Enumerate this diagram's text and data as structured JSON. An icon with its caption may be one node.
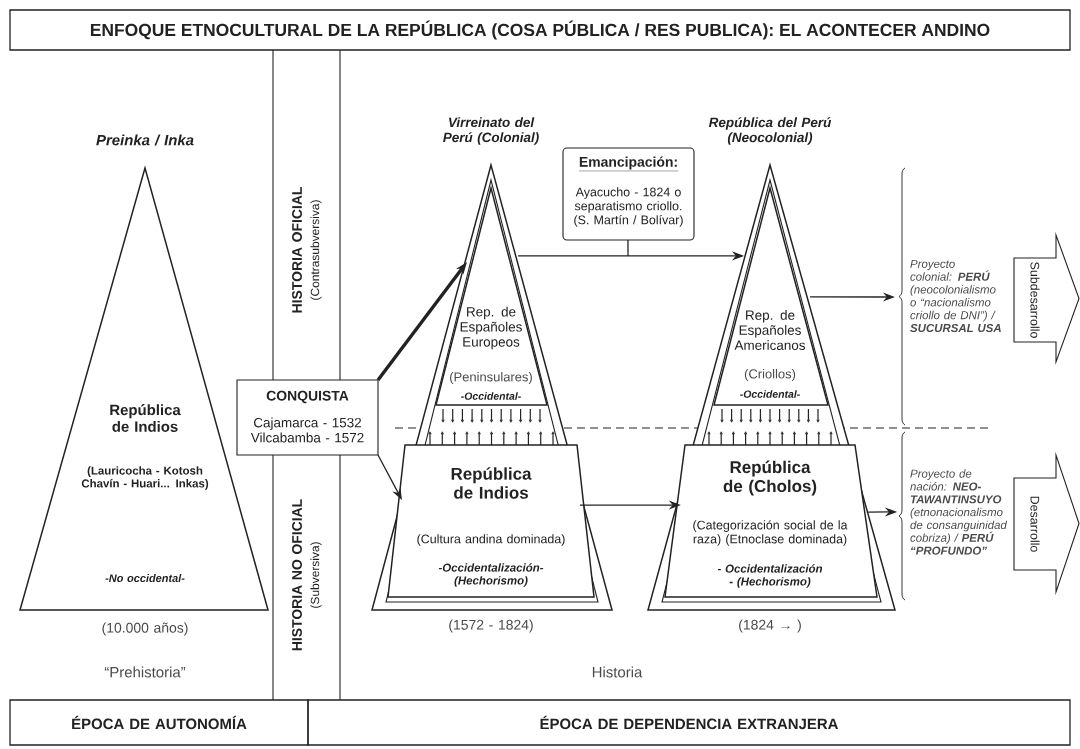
{
  "diagram": {
    "title": "ENFOQUE ETNOCULTURAL DE LA REPÚBLICA (COSA PÚBLICA / RES PUBLICA): EL ACONTECER ANDINO",
    "nodes": [
      {
        "text": [
          "República de Indios",
          "(Lauricocha - Kotosh Chavín - Huari... Inkas)",
          "-No occidental-"
        ],
        "beside": [
          "Preinka / Inka",
          "(10.000 años)"
        ]
      },
      {
        "text": [
          "HISTORIA OFICIAL",
          "(Contrasubversiva)"
        ]
      },
      {
        "text": [
          "HISTORIA NO OFICIAL",
          "(Subversiva)"
        ]
      },
      {
        "text": [
          "CONQUISTA",
          "Cajamarca - 1532 Vilcabamba - 1572"
        ]
      },
      {
        "text": [
          "Virreinato del Perú (Colonial)"
        ],
        "beside": [
          "(1572 - 1824)"
        ]
      },
      {
        "text": [
          "Rep. de Españoles Europeos",
          "(Peninsulares)",
          "-Occidental-"
        ],
        "in": 4
      },
      {
        "text": [
          "República de Indios",
          "(Cultura andina dominada)",
          "-Occidentalización- (Hechorismo)"
        ],
        "in": 4
      },
      {
        "text": [
          "Emancipación:",
          "Ayacucho - 1824 o separatismo criollo. (S. Martín / Bolívar)"
        ]
      },
      {
        "text": [
          "República del Perú (Neocolonial)"
        ],
        "beside": [
          "(1824 → )"
        ]
      },
      {
        "text": [
          "Rep. de Españoles Americanos",
          "(Criollos)",
          "-Occidental-"
        ],
        "in": 8
      },
      {
        "text": [
          "República de (Cholos)",
          "(Categorización social de la raza) (Etnoclase dominada)",
          "- Occidentalización - (Hechorismo)"
        ],
        "in": 8
      },
      {
        "text": [
          "Proyecto colonial: **PERÚ** (neocolonialismo o “nacionalismo criollo de DNI”) / **SUCURSAL USA**"
        ]
      },
      {
        "text": [
          "Proyecto de nación: **NEO-TAWANTINSUYO** (etnonacionalismo de consanguinidad cobriza) / **PERÚ “PROFUNDO”**"
        ]
      },
      {
        "text": [
          "Subdesarrollo"
        ]
      },
      {
        "text": [
          "Desarrollo"
        ]
      },
      {
        "text": [
          "ÉPOCA DE AUTONOMÍA"
        ]
      },
      {
        "text": [
          "ÉPOCA DE DEPENDENCIA EXTRANJERA"
        ]
      }
    ],
    "edges": [
      {
        "from": 3,
        "to": 5,
        "arrow": "to",
        "style": "thick"
      },
      {
        "from": 3,
        "to": 6,
        "arrow": "to"
      },
      {
        "from": 5,
        "to": 9,
        "arrow": "to"
      },
      {
        "from": 7,
        "to": null,
        "arrow": "none"
      },
      {
        "from": 6,
        "to": 10,
        "arrow": "to"
      },
      {
        "from": 9,
        "to": 11,
        "arrow": "to"
      },
      {
        "from": 10,
        "to": 12,
        "arrow": "to"
      }
    ],
    "labels": [
      "“Prehistoria”",
      "Historia"
    ]
  }
}
